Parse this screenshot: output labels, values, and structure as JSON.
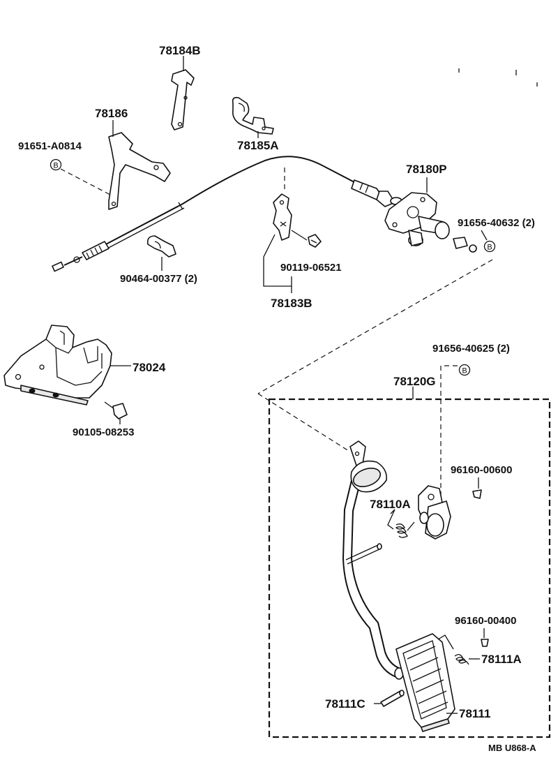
{
  "labels": {
    "p78184B": "78184B",
    "p78186": "78186",
    "p91651": "91651-A0814",
    "p78185A": "78185A",
    "p78180P": "78180P",
    "p91656_632": "91656-40632 (2)",
    "p90464": "90464-00377 (2)",
    "p90119": "90119-06521",
    "p78183B": "78183B",
    "p78024": "78024",
    "p90105": "90105-08253",
    "p91656_625": "91656-40625 (2)",
    "p78120G": "78120G",
    "p96160_600": "96160-00600",
    "p78110A": "78110A",
    "p96160_400": "96160-00400",
    "p78111A": "78111A",
    "p78111C": "78111C",
    "p78111": "78111",
    "ref": "MB U868-A"
  },
  "markers": {
    "b": "B"
  },
  "icons": [
    "bracket-icon",
    "clamp-icon",
    "cable-icon",
    "pedal-icon",
    "spring-icon",
    "bolt-icon",
    "pin-icon",
    "bushing-icon"
  ]
}
